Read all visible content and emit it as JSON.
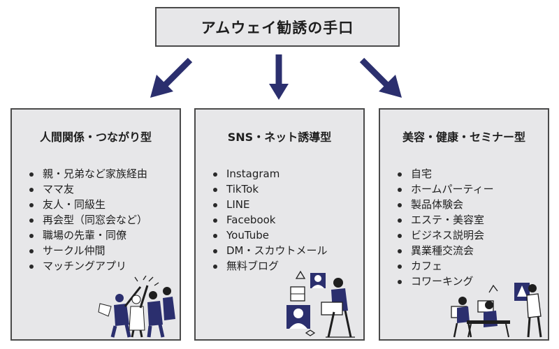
{
  "title": "アムウェイ勧誘の手口",
  "columns": [
    {
      "title": "人間関係・つながり型",
      "items": [
        "親・兄弟など家族経由",
        "ママ友",
        "友人・同級生",
        "再会型（同窓会など）",
        "職場の先輩・同僚",
        "サークル仲間",
        "マッチングアプリ"
      ]
    },
    {
      "title": "SNS・ネット誘導型",
      "items": [
        "Instagram",
        "TikTok",
        "LINE",
        "Facebook",
        "YouTube",
        "DM・スカウトメール",
        "無料ブログ"
      ]
    },
    {
      "title": "美容・健康・セミナー型",
      "items": [
        "自宅",
        "ホームパーティー",
        "製品体験会",
        "エステ・美容室",
        "ビジネス説明会",
        "異業種交流会",
        "カフェ",
        "コワーキング"
      ]
    }
  ],
  "colors": {
    "navy": "#2b2f6e",
    "box_fill": "#e7e7e9",
    "border": "#4a4a4a"
  },
  "icons": [
    "arrow-down-left-icon",
    "arrow-down-icon",
    "arrow-down-right-icon",
    "group-celebration-illustration",
    "video-call-illustration",
    "meeting-illustration"
  ]
}
